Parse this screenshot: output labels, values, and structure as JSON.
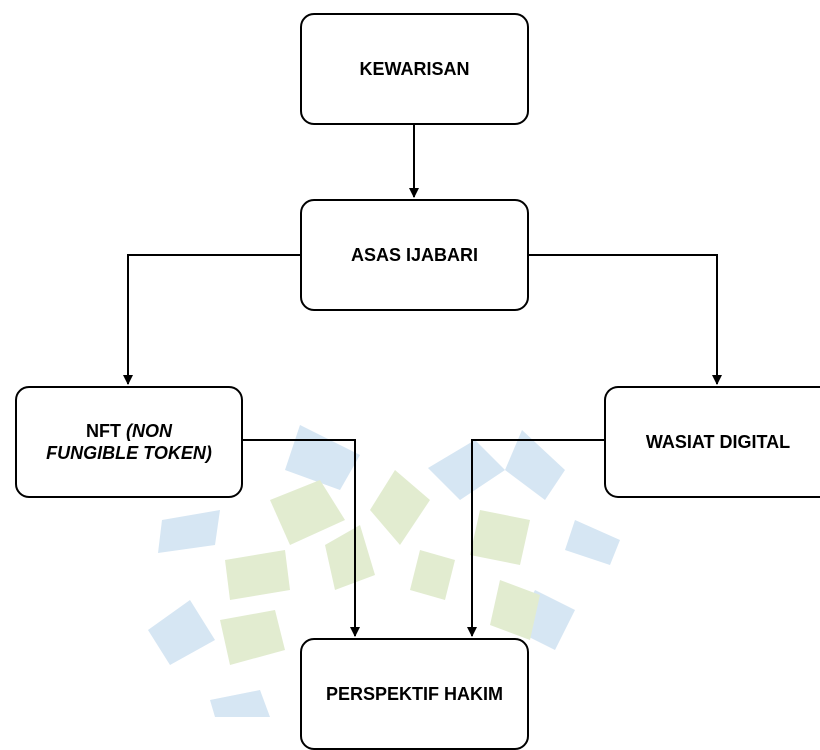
{
  "diagram": {
    "nodes": {
      "kewarisan": "KEWARISAN",
      "asas_ijabari": "ASAS IJABARI",
      "nft_prefix": "NFT ",
      "nft_italic_line1": "(NON",
      "nft_italic_line2": "FUNGIBLE TOKEN)",
      "wasiat_digital": "WASIAT DIGITAL",
      "perspektif_hakim": "PERSPEKTIF HAKIM"
    },
    "colors": {
      "watermark_blue": "#d6e6f3",
      "watermark_green": "#e2ecd0",
      "stroke": "#000000"
    }
  }
}
